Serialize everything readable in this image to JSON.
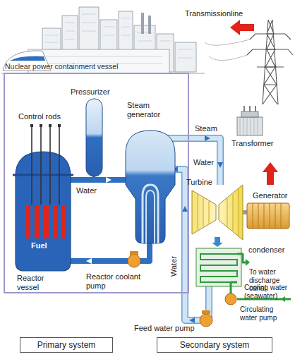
{
  "diagram": {
    "nodes": [
      {
        "text": [
          "Nuclear power containment vessel"
        ]
      },
      {
        "text": [
          "Primary system"
        ]
      },
      {
        "text": [
          "Secondary system"
        ]
      }
    ],
    "labels": [
      "Transmissionline",
      "Pressurizer",
      "Steam generator",
      "Steam",
      "Transformer",
      "Control rods",
      "Water",
      "Turbine",
      "Generator",
      "Water",
      "Fuel",
      "Water",
      "condenser",
      "To water discharge canal",
      "Cooling water (seawater)",
      "Circulating water pump",
      "Reactor vessel",
      "Reactor coolant pump",
      "Feed water pump"
    ]
  }
}
